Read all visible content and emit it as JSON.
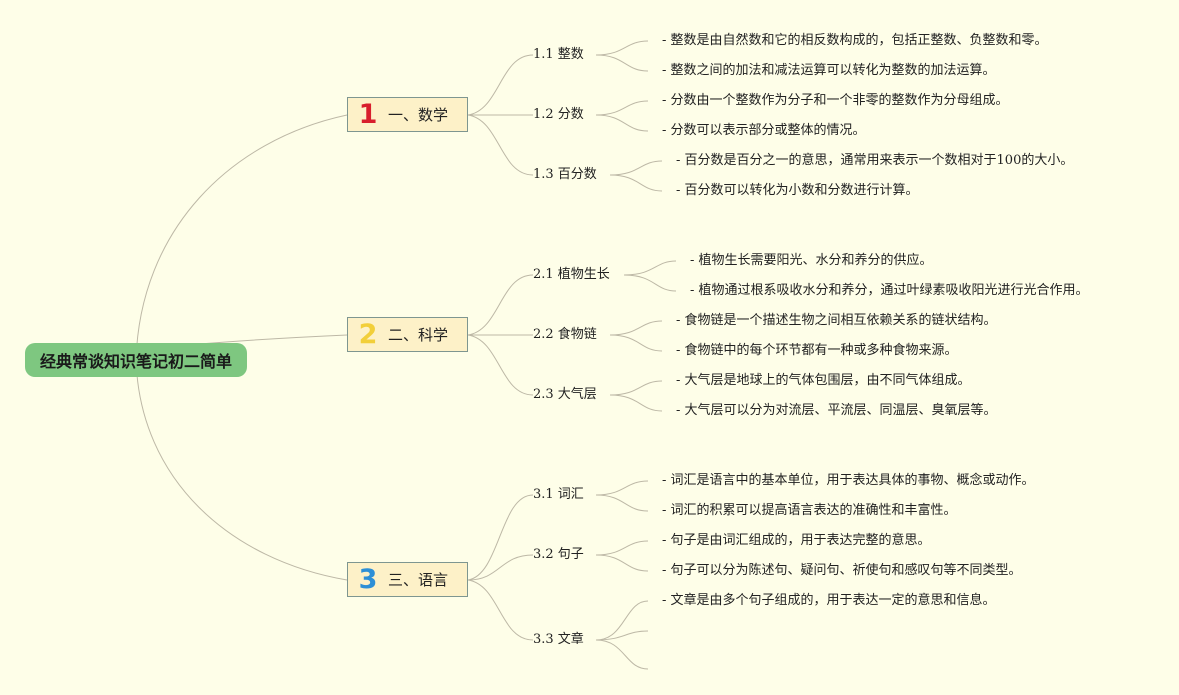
{
  "root": {
    "label": "经典常谈知识笔记初二简单"
  },
  "colors": {
    "background": "#fefee8",
    "root_fill": "#7ec780",
    "topic_fill": "#fdf1c8",
    "topic_border": "#7e9690",
    "connector": "#bdb8a6",
    "num1": "#d81e2c",
    "num2": "#f2cf3a",
    "num3": "#2d8fd6"
  },
  "topics": [
    {
      "num": "1",
      "label": "一、数学",
      "subtopics": [
        {
          "label": "1.1 整数",
          "notes": [
            "- 整数是由自然数和它的相反数构成的，包括正整数、负整数和零。",
            "- 整数之间的加法和减法运算可以转化为整数的加法运算。"
          ]
        },
        {
          "label": "1.2 分数",
          "notes": [
            "- 分数由一个整数作为分子和一个非零的整数作为分母组成。",
            "- 分数可以表示部分或整体的情况。"
          ]
        },
        {
          "label": "1.3 百分数",
          "notes": [
            "- 百分数是百分之一的意思，通常用来表示一个数相对于100的大小。",
            "- 百分数可以转化为小数和分数进行计算。"
          ]
        }
      ]
    },
    {
      "num": "2",
      "label": "二、科学",
      "subtopics": [
        {
          "label": "2.1 植物生长",
          "notes": [
            "- 植物生长需要阳光、水分和养分的供应。",
            "- 植物通过根系吸收水分和养分，通过叶绿素吸收阳光进行光合作用。"
          ]
        },
        {
          "label": "2.2 食物链",
          "notes": [
            "- 食物链是一个描述生物之间相互依赖关系的链状结构。",
            "- 食物链中的每个环节都有一种或多种食物来源。"
          ]
        },
        {
          "label": "2.3 大气层",
          "notes": [
            "- 大气层是地球上的气体包围层，由不同气体组成。",
            "- 大气层可以分为对流层、平流层、同温层、臭氧层等。"
          ]
        }
      ]
    },
    {
      "num": "3",
      "label": "三、语言",
      "subtopics": [
        {
          "label": "3.1 词汇",
          "notes": [
            "- 词汇是语言中的基本单位，用于表达具体的事物、概念或动作。",
            "- 词汇的积累可以提高语言表达的准确性和丰富性。"
          ]
        },
        {
          "label": "3.2 句子",
          "notes": [
            "- 句子是由词汇组成的，用于表达完整的意思。",
            "- 句子可以分为陈述句、疑问句、祈使句和感叹句等不同类型。"
          ]
        },
        {
          "label": "3.3 文章",
          "notes": [
            "- 文章是由多个句子组成的，用于表达一定的意思和信息。",
            "",
            ""
          ]
        }
      ]
    }
  ]
}
